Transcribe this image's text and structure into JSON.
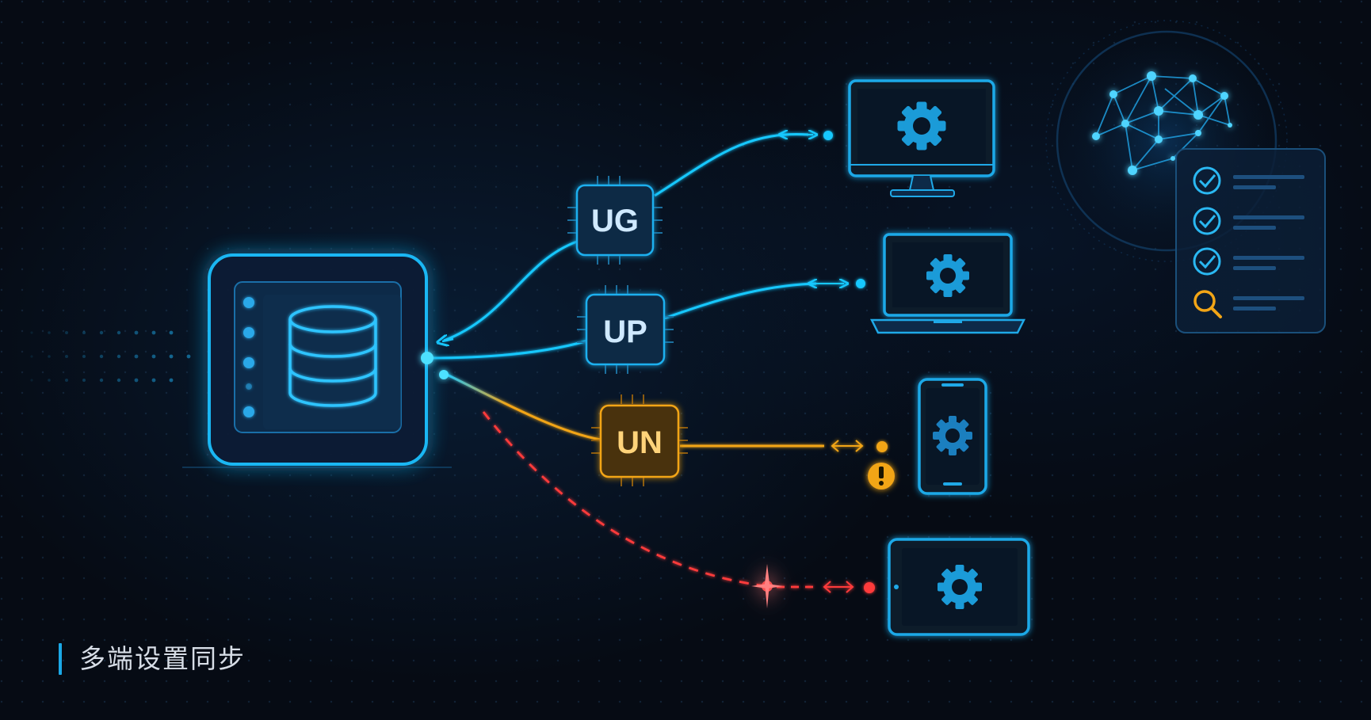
{
  "caption": "多端设置同步",
  "chips": {
    "ug": "UG",
    "up": "UP",
    "un": "UN"
  },
  "icons": {
    "server": "database-server-icon",
    "monitor": "desktop-monitor-icon",
    "laptop": "laptop-icon",
    "phone": "smartphone-icon",
    "tablet": "tablet-icon",
    "gear": "gear-icon",
    "warning": "warning-icon",
    "brain": "neural-network-brain-icon",
    "checklist": "checklist-icon",
    "search": "magnifier-icon"
  },
  "colors": {
    "background": "#060b14",
    "cyan": "#18c8ff",
    "amber": "#f2a516",
    "red": "#ff3b3b",
    "device_stroke": "#1e9fe0"
  }
}
